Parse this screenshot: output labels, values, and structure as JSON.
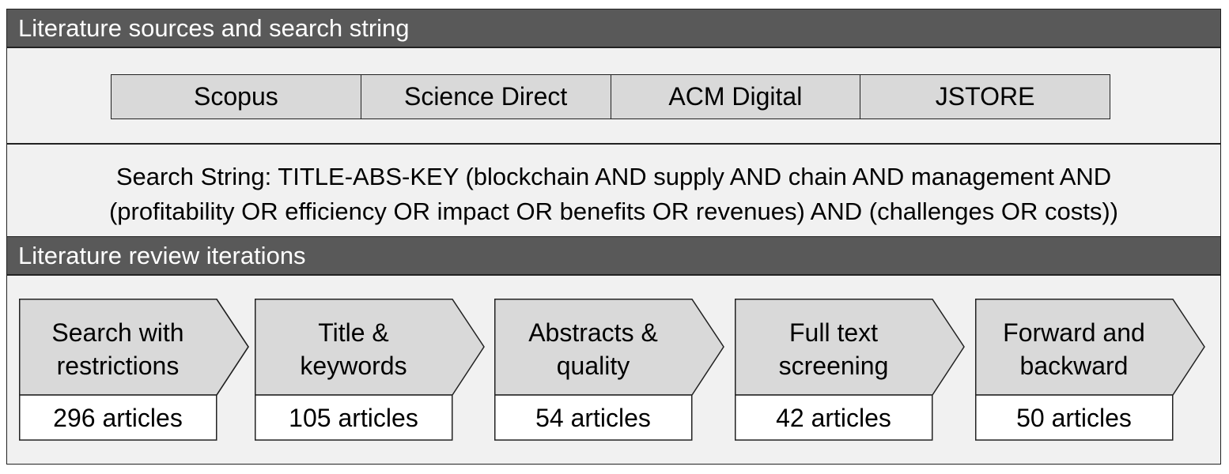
{
  "sections": {
    "sources_title": "Literature sources and search string",
    "iterations_title": "Literature review iterations"
  },
  "sources": [
    "Scopus",
    "Science Direct",
    "ACM Digital",
    "JSTORE"
  ],
  "search_string": {
    "line1": "Search String: TITLE-ABS-KEY (blockchain AND supply AND chain AND management AND",
    "line2": "(profitability OR efficiency OR impact OR benefits OR revenues) AND (challenges OR costs))"
  },
  "steps": [
    {
      "line1": "Search with",
      "line2": "restrictions",
      "count": "296 articles"
    },
    {
      "line1": "Title &",
      "line2": "keywords",
      "count": "105 articles"
    },
    {
      "line1": "Abstracts &",
      "line2": "quality",
      "count": "54 articles"
    },
    {
      "line1": "Full text",
      "line2": "screening",
      "count": "42 articles"
    },
    {
      "line1": "Forward and",
      "line2": "backward",
      "count": "50 articles"
    }
  ],
  "colors": {
    "header_bar": "#595959",
    "panel": "#f1f1f1",
    "cell": "#d9d9d9",
    "count_box": "#ffffff",
    "border": "#222222"
  }
}
